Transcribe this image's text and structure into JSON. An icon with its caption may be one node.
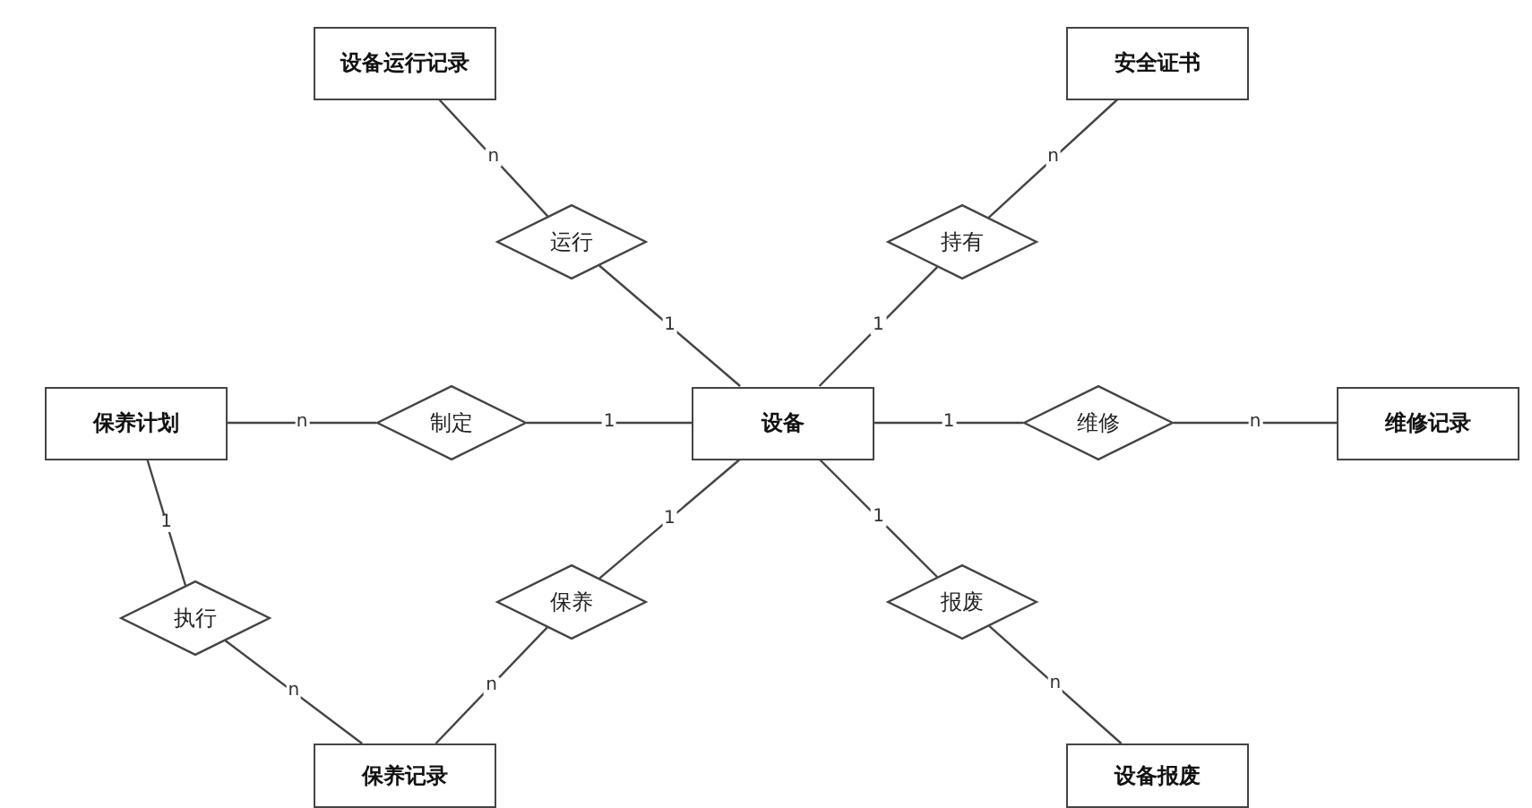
{
  "diagram": {
    "nodes": [
      {
        "text": [
          "设备运行记录"
        ]
      },
      {
        "text": [
          "安全证书"
        ]
      },
      {
        "text": [
          "运行"
        ]
      },
      {
        "text": [
          "持有"
        ]
      },
      {
        "text": [
          "保养计划"
        ]
      },
      {
        "text": [
          "制定"
        ]
      },
      {
        "text": [
          "设备"
        ]
      },
      {
        "text": [
          "维修"
        ]
      },
      {
        "text": [
          "维修记录"
        ]
      },
      {
        "text": [
          "执行"
        ]
      },
      {
        "text": [
          "保养"
        ]
      },
      {
        "text": [
          "报废"
        ]
      },
      {
        "text": [
          "保养记录"
        ]
      },
      {
        "text": [
          "设备报废"
        ]
      }
    ],
    "edges": [
      {
        "from": 0,
        "to": 2,
        "arrow": "none",
        "label": "n"
      },
      {
        "from": 2,
        "to": 6,
        "arrow": "none",
        "label": "1"
      },
      {
        "from": 1,
        "to": 3,
        "arrow": "none",
        "label": "n"
      },
      {
        "from": 3,
        "to": 6,
        "arrow": "none",
        "label": "1"
      },
      {
        "from": 4,
        "to": 5,
        "arrow": "none",
        "label": "n"
      },
      {
        "from": 5,
        "to": 6,
        "arrow": "none",
        "label": "1"
      },
      {
        "from": 6,
        "to": 7,
        "arrow": "none",
        "label": "1"
      },
      {
        "from": 7,
        "to": 8,
        "arrow": "none",
        "label": "n"
      },
      {
        "from": 4,
        "to": 9,
        "arrow": "none",
        "label": "1"
      },
      {
        "from": 9,
        "to": 12,
        "arrow": "none",
        "label": "n"
      },
      {
        "from": 10,
        "to": 6,
        "arrow": "none",
        "label": "1"
      },
      {
        "from": 10,
        "to": 12,
        "arrow": "none",
        "label": "n"
      },
      {
        "from": 6,
        "to": 11,
        "arrow": "none",
        "label": "1"
      },
      {
        "from": 11,
        "to": 13,
        "arrow": "none",
        "label": "n"
      }
    ]
  }
}
